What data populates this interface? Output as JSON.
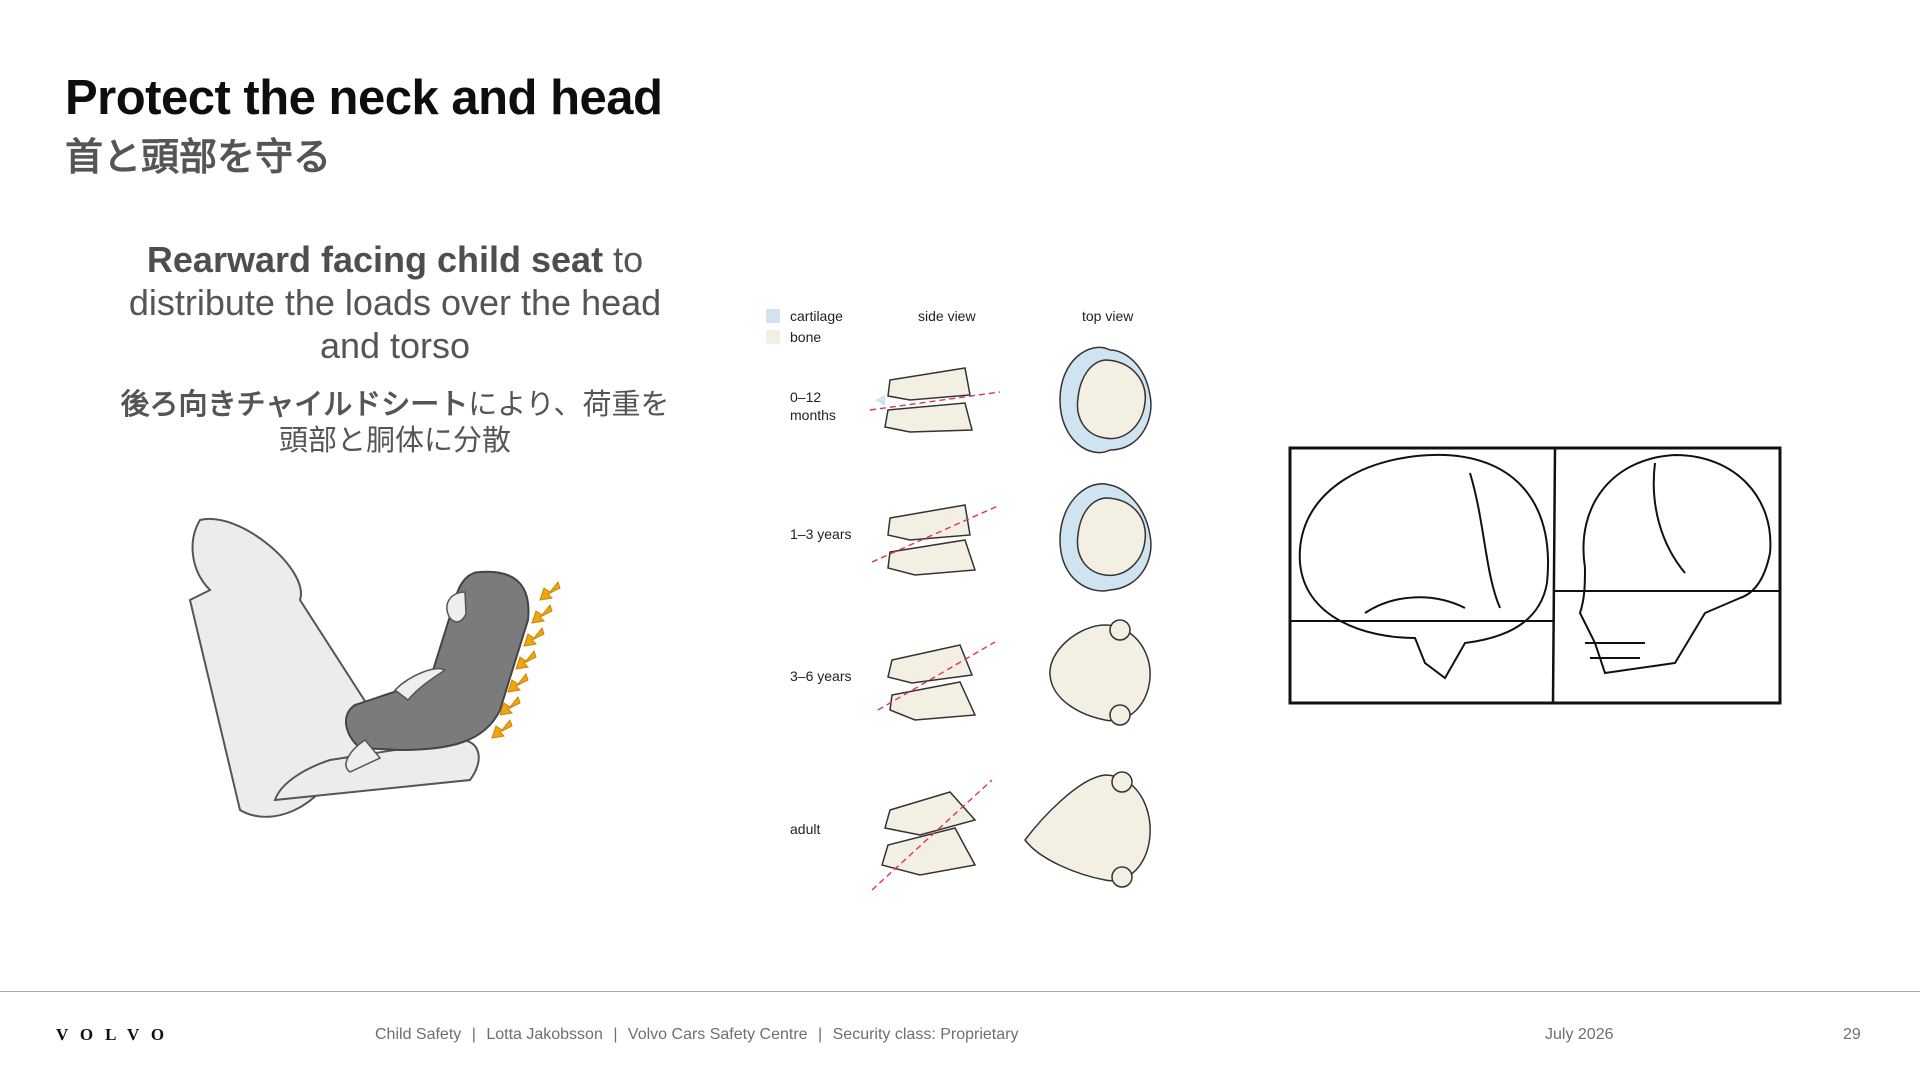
{
  "slide": {
    "title": "Protect the neck and head",
    "title_jp": "首と頭部を守る",
    "lead_bold": "Rearward facing child seat",
    "lead_rest": " to distribute the loads over the head and torso",
    "lead_jp_bold": "後ろ向きチャイルドシート",
    "lead_jp_rest": "により、荷重を頭部と胴体に分散"
  },
  "spine_figure": {
    "legend_cartilage": "cartilage",
    "legend_bone": "bone",
    "col_side": "side view",
    "col_top": "top view",
    "row_0": "0–12 months",
    "row_1": "1–3 years",
    "row_2": "3–6 years",
    "row_3": "adult",
    "colors": {
      "cartilage": "#cfe3f0",
      "bone": "#f3efe3",
      "guide": "#d9365a"
    }
  },
  "seat_figure": {
    "colors": {
      "seat": "#7a7a7a",
      "body": "#e8e8e8",
      "arrow": "#f0a40d"
    }
  },
  "footer": {
    "logo": "VOLVO",
    "presentation": "Child Safety",
    "author": "Lotta Jakobsson",
    "org": "Volvo Cars Safety Centre",
    "security": "Security class: Proprietary",
    "date": "July 2026",
    "page": "29",
    "separator": "|"
  }
}
